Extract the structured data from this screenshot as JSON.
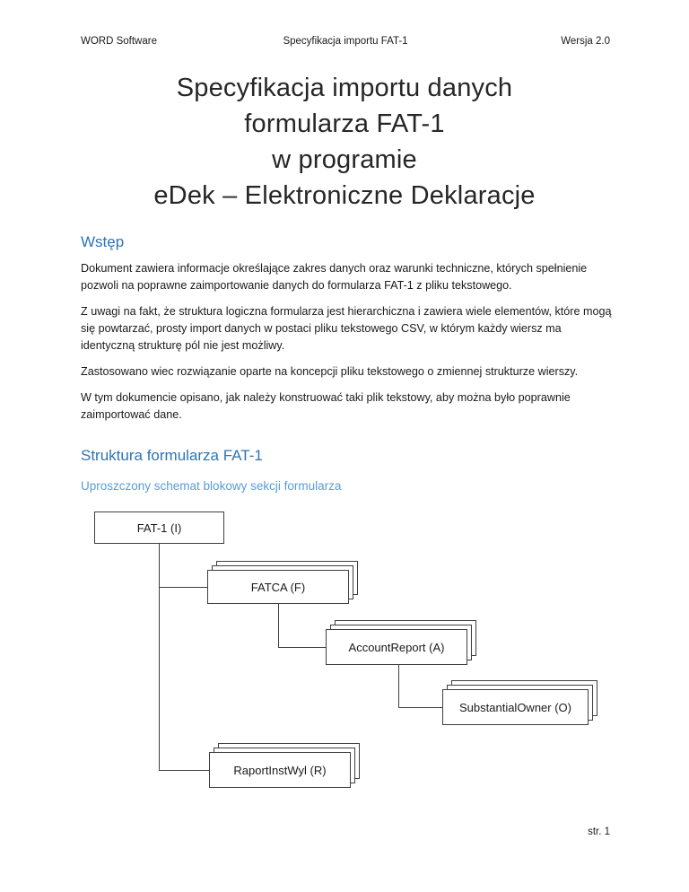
{
  "header": {
    "left": "WORD Software",
    "center": "Specyfikacja importu FAT-1",
    "right": "Wersja 2.0"
  },
  "title": {
    "lines": [
      "Specyfikacja importu danych",
      "formularza FAT-1",
      "w programie",
      "eDek – Elektroniczne Deklaracje"
    ]
  },
  "sections": {
    "wstep": {
      "heading": "Wstęp",
      "p1": "Dokument zawiera informacje określające zakres danych oraz warunki techniczne, których spełnienie pozwoli na poprawne zaimportowanie danych do formularza FAT-1 z pliku tekstowego.",
      "p2": "Z uwagi na fakt, że struktura logiczna formularza jest hierarchiczna i zawiera wiele elementów, które mogą się powtarzać, prosty import danych w postaci pliku tekstowego CSV, w którym każdy wiersz ma identyczną strukturę pól nie jest możliwy.",
      "p3": "Zastosowano wiec rozwiązanie oparte na koncepcji pliku tekstowego o zmiennej strukturze wierszy.",
      "p4": "W tym dokumencie opisano, jak należy konstruować taki plik tekstowy, aby można było poprawnie zaimportować dane."
    },
    "struktura": {
      "heading": "Struktura formularza FAT-1",
      "subheading": "Uproszczony schemat blokowy sekcji formularza"
    }
  },
  "diagram": {
    "nodes": {
      "fat1": "FAT-1 (I)",
      "fatca": "FATCA (F)",
      "accountReport": "AccountReport (A)",
      "substantialOwner": "SubstantialOwner (O)",
      "raportInstWyl": "RaportInstWyl (R)"
    }
  },
  "footer": {
    "page": "str. 1"
  },
  "colors": {
    "heading_blue": "#2E74B5",
    "subheading_blue": "#5B9BD5",
    "box_border": "#3f3f3f",
    "text": "#1a1a1a"
  }
}
